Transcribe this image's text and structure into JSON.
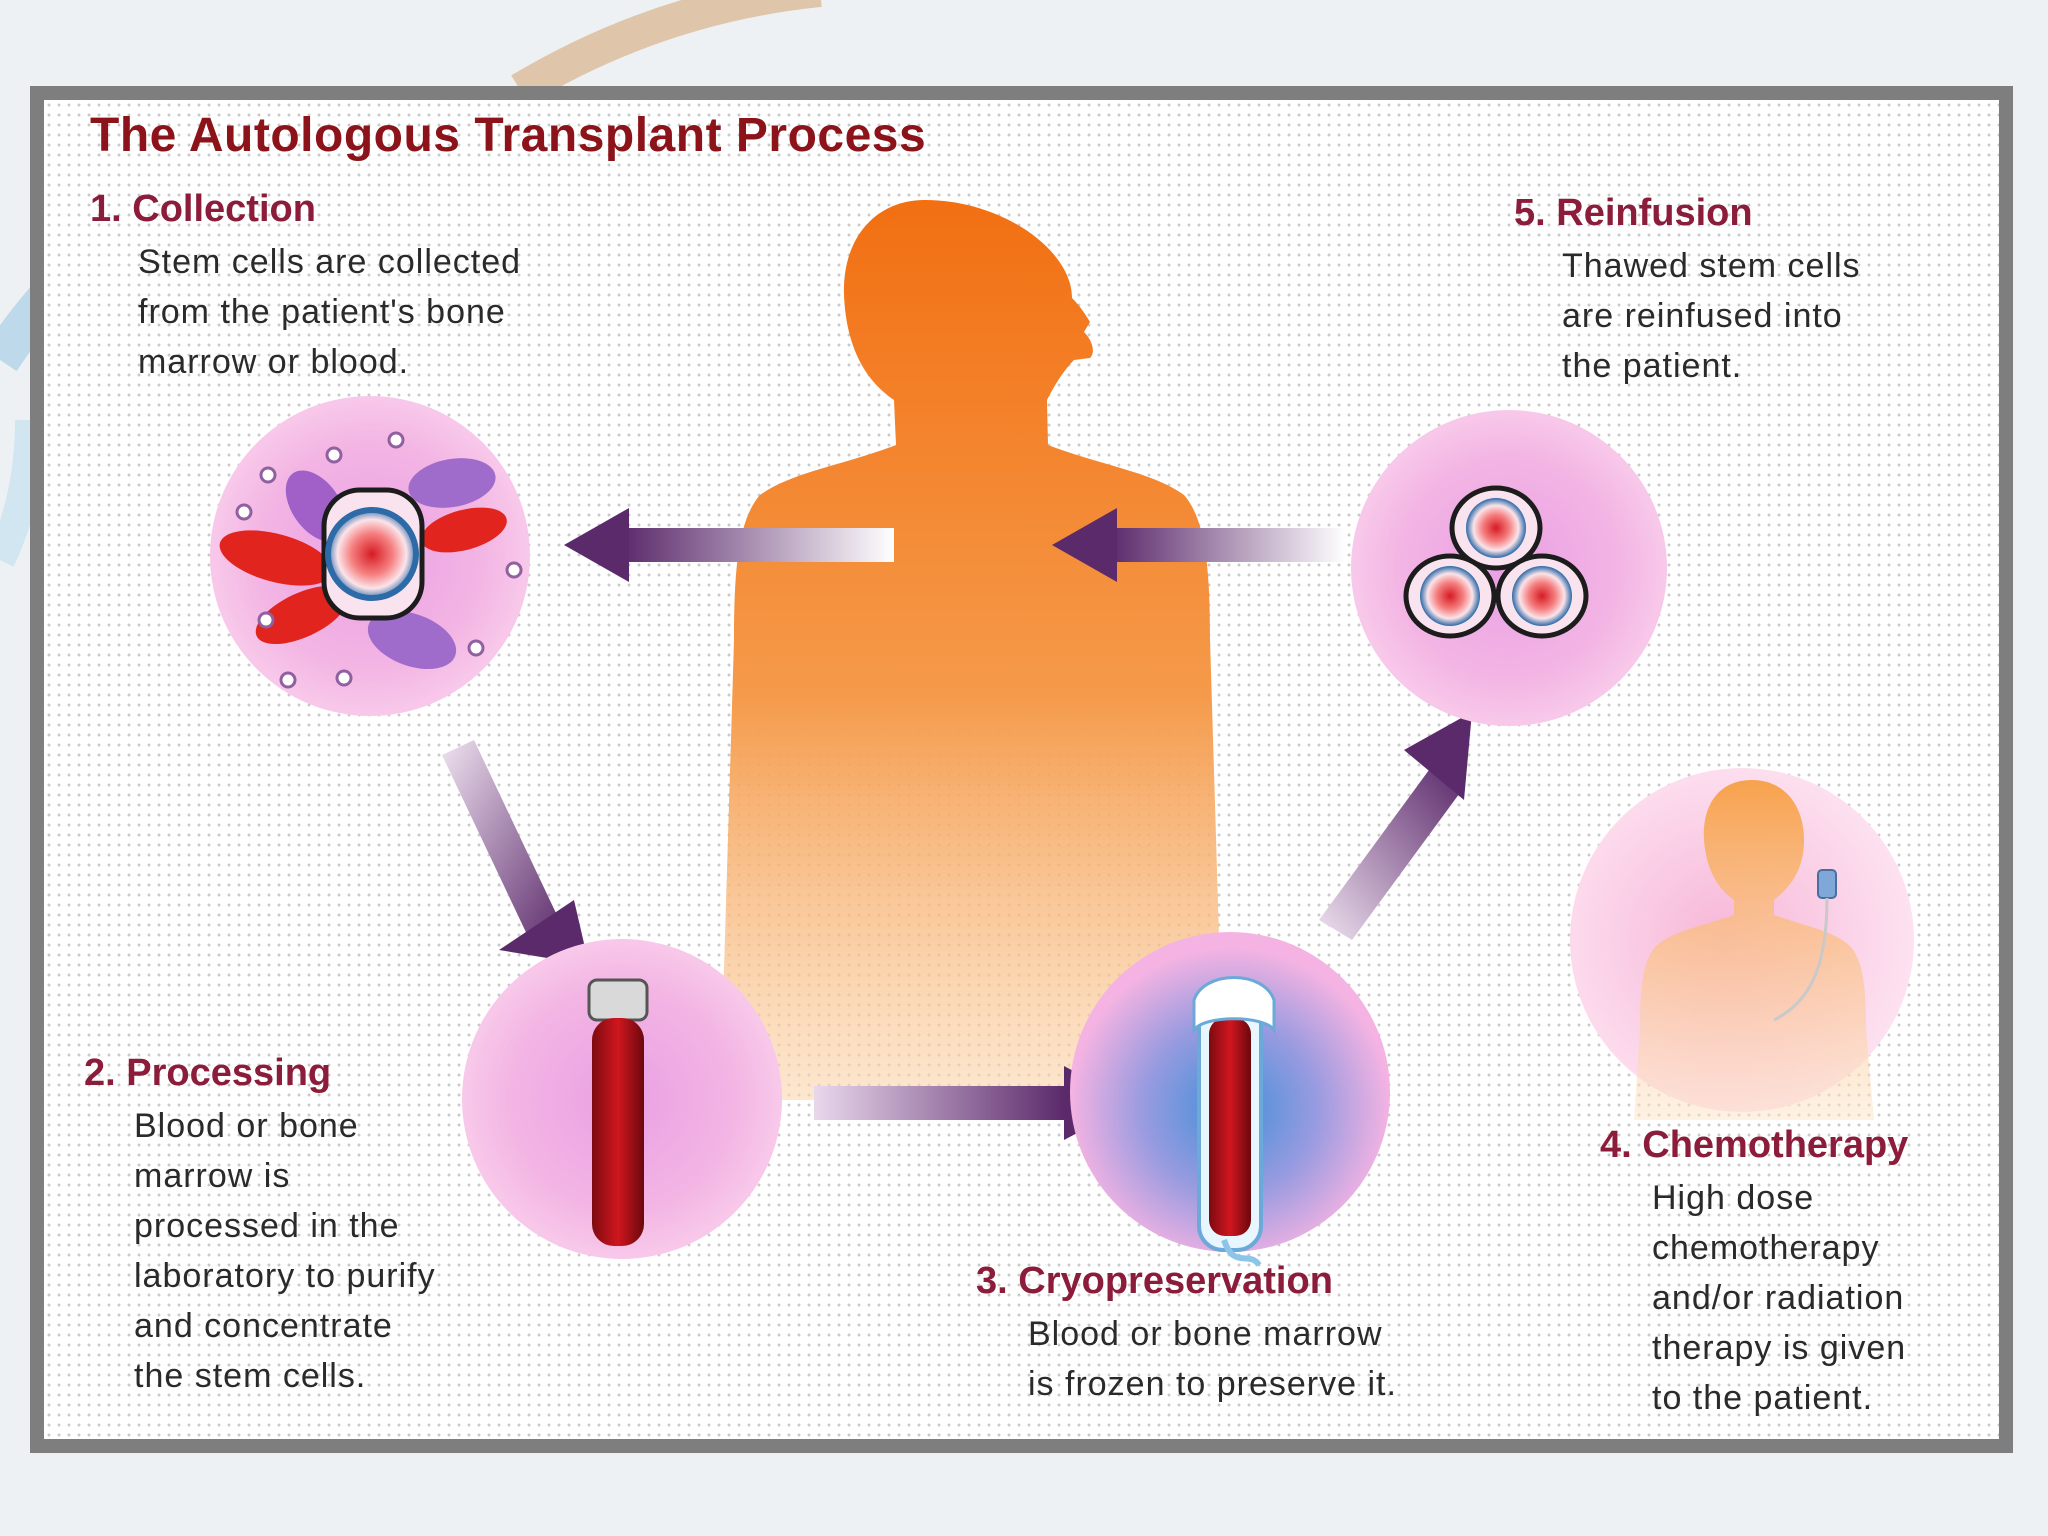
{
  "title": "The Autologous Transplant Process",
  "steps": [
    {
      "heading": "1. Collection",
      "lines": [
        "Stem cells are collected",
        "from the patient's bone",
        "marrow or blood."
      ]
    },
    {
      "heading": "2. Processing",
      "lines": [
        "Blood or bone",
        "marrow is",
        "processed in the",
        "laboratory to purify",
        "and concentrate",
        "the stem cells."
      ]
    },
    {
      "heading": "3. Cryopreservation",
      "lines": [
        "Blood or bone marrow",
        "is frozen to preserve it."
      ]
    },
    {
      "heading": "4. Chemotherapy",
      "lines": [
        "High dose",
        "chemotherapy",
        "and/or radiation",
        "therapy is given",
        "to the patient."
      ]
    },
    {
      "heading": "5. Reinfusion",
      "lines": [
        "Thawed stem cells",
        "are reinfused into",
        "the patient."
      ]
    }
  ],
  "icons": {
    "patient_silhouette": "human-figure-icon",
    "collection": "blood-cells-icon",
    "processing": "test-tube-icon",
    "cryopreservation": "frozen-tube-icon",
    "chemotherapy": "iv-patient-icon",
    "reinfusion": "stem-cells-icon"
  },
  "colors": {
    "title": "#8b1319",
    "heading": "#8b1c3a",
    "body_text": "#2a2a2a",
    "figure": "#f07a1c",
    "circle": "#f2a6df",
    "arrow": "#5b2a6b",
    "blood": "#c4161c"
  }
}
